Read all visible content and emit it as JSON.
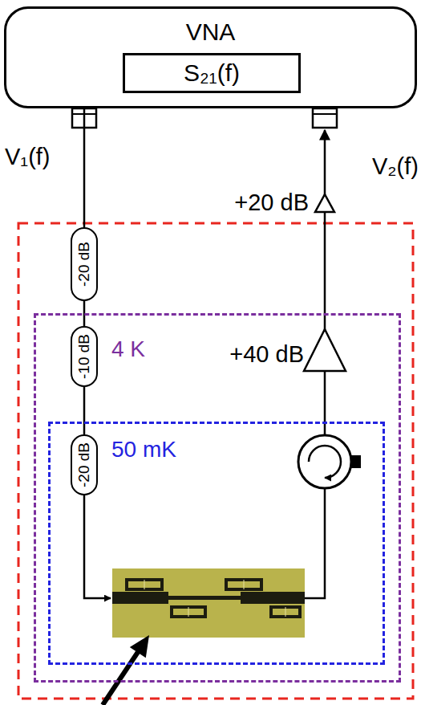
{
  "diagram": {
    "nodes": [
      {
        "text": [
          "VNA"
        ]
      },
      {
        "text": [
          "S₂₁(f)"
        ],
        "in": 0
      },
      {
        "text": [
          "-20 dB"
        ]
      },
      {
        "text": [
          "4 K"
        ]
      },
      {
        "text": [
          "-10 dB"
        ],
        "in": 3
      },
      {
        "text": [
          "50 mK"
        ],
        "in": 3
      },
      {
        "text": [
          "-20 dB"
        ],
        "in": 5
      }
    ],
    "edges": [
      {
        "from": 0,
        "to": 2,
        "arrow": "none"
      },
      {
        "from": 2,
        "to": 4,
        "arrow": "none"
      },
      {
        "from": 4,
        "to": 6,
        "arrow": "none"
      }
    ],
    "labels": [
      "V₁(f)",
      "V₂(f)",
      "+20 dB",
      "+40 dB"
    ]
  }
}
